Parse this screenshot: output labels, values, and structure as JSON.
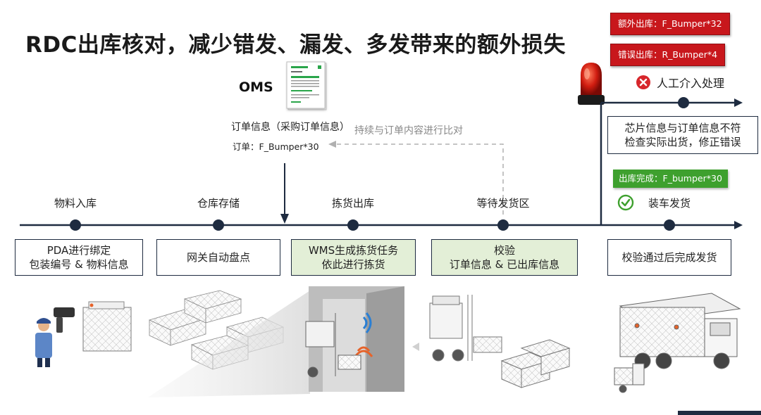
{
  "title": "RDC出库核对，减少错发、漏发、多发带来的额外损失",
  "alerts": {
    "extra": "额外出库：F_Bumper*32",
    "wrong": "错误出库：R_Bumper*4",
    "intervene": "人工介入处理"
  },
  "oms": {
    "label": "OMS",
    "order_info": "订单信息（采购订单信息）",
    "order_value": "订单：F_Bumper*30",
    "compare_note": "持续与订单内容进行比对"
  },
  "stages": [
    {
      "label": "物料入库",
      "desc": "PDA进行绑定\n包装编号 & 物料信息"
    },
    {
      "label": "仓库存储",
      "desc": "网关自动盘点"
    },
    {
      "label": "拣货出库",
      "desc": "WMS生成拣货任务\n依此进行拣货"
    },
    {
      "label": "等待发货区",
      "desc": "校验\n订单信息 & 已出库信息"
    },
    {
      "label": "装车发货",
      "desc": "校验通过后完成发货"
    }
  ],
  "mismatch_box": "芯片信息与订单信息不符\n检查实际出货，修正错误",
  "done_tag": "出库完成：F_bumper*30",
  "colors": {
    "line": "#1e2b40",
    "red": "#c8171c",
    "green": "#3ea02e",
    "green_box": "#e3efd7"
  }
}
